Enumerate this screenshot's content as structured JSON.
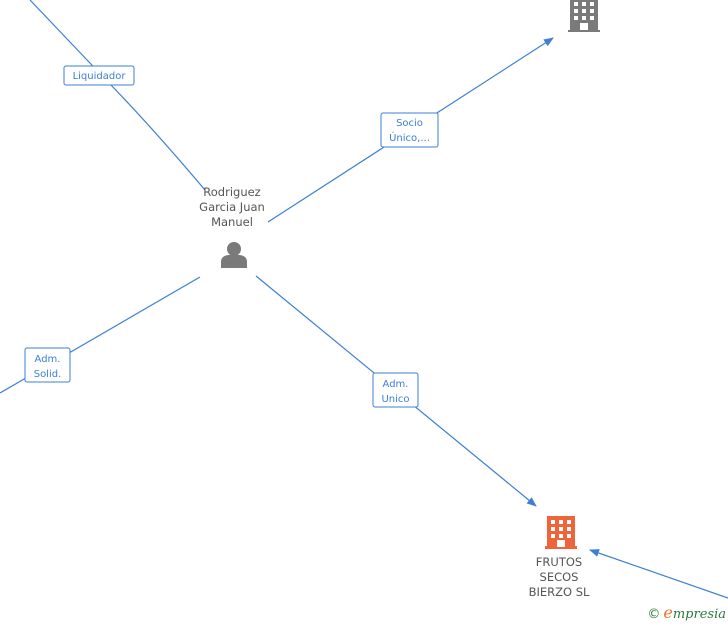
{
  "colors": {
    "edge": "#3d7fd6",
    "person": "#7a7a7a",
    "company_grey": "#7a7a7a",
    "company_highlight": "#f0643a"
  },
  "nodes": {
    "person": {
      "icon": "person-icon",
      "label_lines": [
        "Rodriguez",
        "Garcia Juan",
        "Manuel"
      ]
    },
    "company_top": {
      "icon": "building-icon",
      "label_lines": []
    },
    "company_main": {
      "icon": "building-icon",
      "label_lines": [
        "FRUTOS",
        "SECOS",
        "BIERZO SL"
      ]
    }
  },
  "edges": {
    "liquidador": {
      "label_lines": [
        "Liquidador"
      ]
    },
    "socio": {
      "label_lines": [
        "Socio",
        "Único,..."
      ]
    },
    "adm_solid": {
      "label_lines": [
        "Adm.",
        "Solid."
      ]
    },
    "adm_unico": {
      "label_lines": [
        "Adm.",
        "Unico"
      ]
    }
  },
  "watermark": {
    "copyright": "©",
    "brand_initial": "e",
    "brand_rest": "mpresia"
  }
}
